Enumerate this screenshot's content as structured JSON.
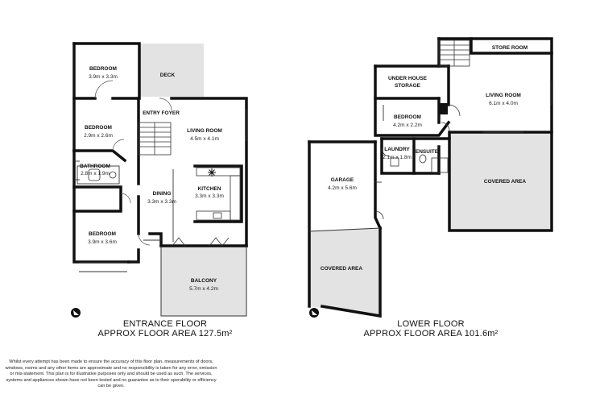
{
  "entrance_floor": {
    "title": "ENTRANCE FLOOR",
    "area": "APPROX FLOOR AREA 127.5m²",
    "rooms": {
      "bedroom_top": {
        "name": "BEDROOM",
        "dims": "3.9m x 3.3m"
      },
      "deck": {
        "name": "DECK"
      },
      "entry_foyer": {
        "name": "ENTRY FOYER"
      },
      "bedroom_mid": {
        "name": "BEDROOM",
        "dims": "2.9m x 2.6m"
      },
      "living_room": {
        "name": "LIVING ROOM",
        "dims": "4.5m x 4.1m"
      },
      "bathroom": {
        "name": "BATHROOM",
        "dims": "2.8m x 1.9m"
      },
      "kitchen": {
        "name": "KITCHEN",
        "dims": "3.3m x 3.3m"
      },
      "dining": {
        "name": "DINING",
        "dims": "3.3m x 3.3m"
      },
      "bedroom_bottom": {
        "name": "BEDROOM",
        "dims": "3.9m x 3.6m"
      },
      "balcony": {
        "name": "BALCONY",
        "dims": "5.7m x 4.2m"
      }
    }
  },
  "lower_floor": {
    "title": "LOWER FLOOR",
    "area": "APPROX FLOOR AREA 101.6m²",
    "rooms": {
      "store_room": {
        "name": "STORE ROOM"
      },
      "under_house_storage_1": {
        "name": "UNDER HOUSE"
      },
      "under_house_storage_2": {
        "name": "STORAGE"
      },
      "living_room": {
        "name": "LIVING ROOM",
        "dims": "6.1m x 4.0m"
      },
      "bedroom": {
        "name": "BEDROOM",
        "dims": "4.2m x 2.2m"
      },
      "laundry": {
        "name": "LAUNDRY",
        "dims": "2.1m x 1.8m"
      },
      "ensuite": {
        "name": "ENSUITE"
      },
      "garage": {
        "name": "GARAGE",
        "dims": "4.2m x 5.6m"
      },
      "covered_area_right": {
        "name": "COVERED AREA"
      },
      "covered_area_left": {
        "name": "COVERED AREA"
      }
    }
  },
  "disclaimer": "Whilst every attempt has been made to ensure the accuracy of this floor plan, measurements of doors, windows, rooms and any other items are approximate and no responsibility is taken for any error, omission or mis-statement. This plan is for illustrative purposes only and should be used as such. The services, systems and appliances shown have not been tested and no guarantee as to their operability or efficiency can be given.",
  "icons": [
    "compass-icon",
    "compass-icon",
    "snowflake-icon"
  ],
  "colors": {
    "wall": "#111111",
    "covered_fill": "#e3e3e3",
    "background": "#ffffff"
  }
}
